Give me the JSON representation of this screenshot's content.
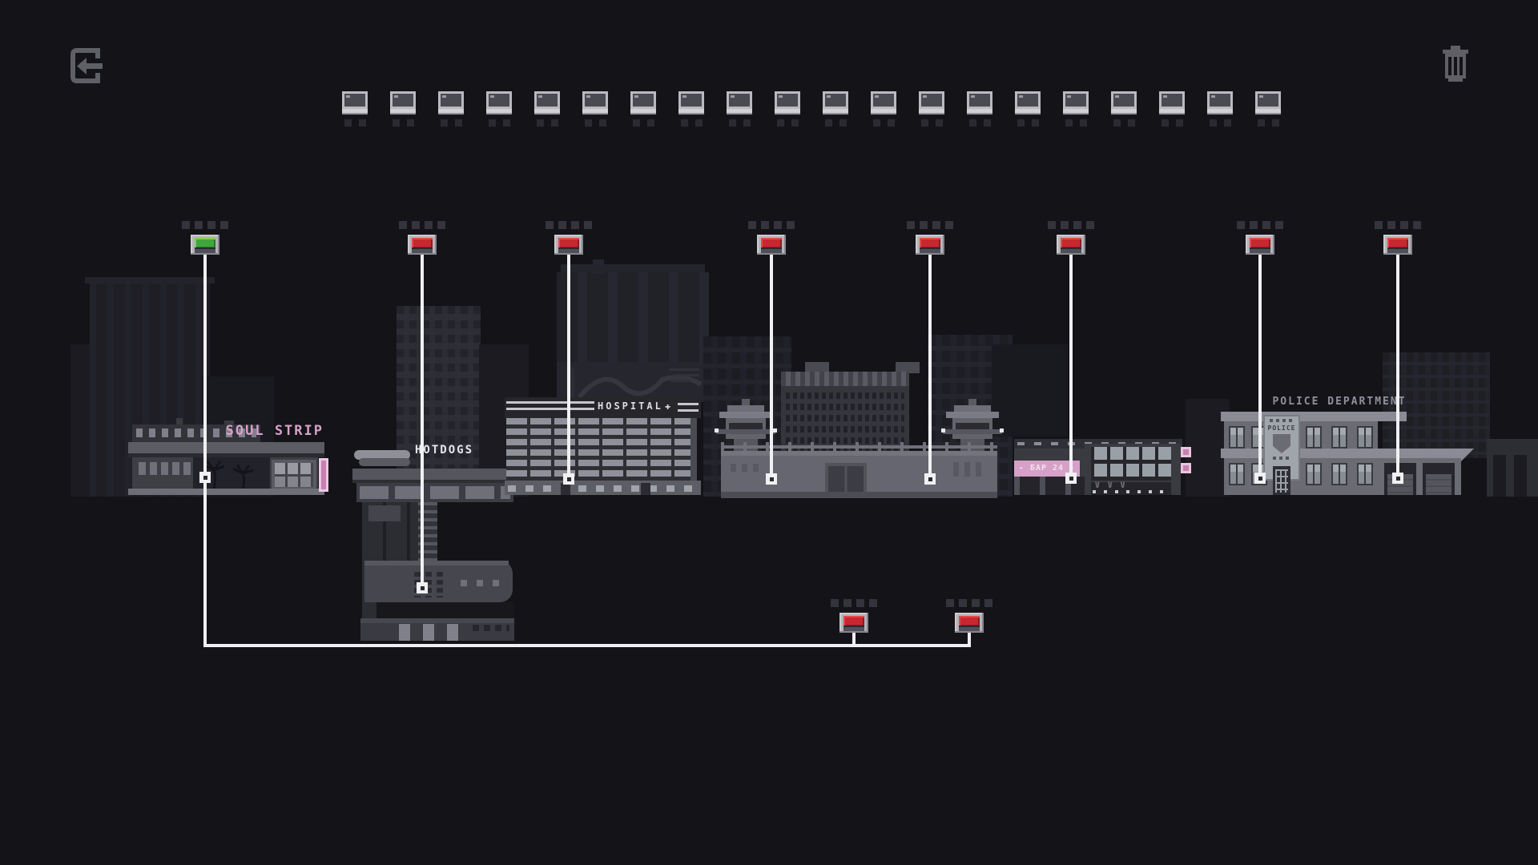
{
  "scene": {
    "background": "#131318",
    "description": "pixel-art night city wiring puzzle"
  },
  "toolbar": {
    "exit_icon": "exit-door",
    "trash_icon": "trash-bin"
  },
  "computer_row": {
    "count": 20,
    "icon": "computer"
  },
  "switches": [
    {
      "id": "soul-strip",
      "css": "sw on",
      "state": "on",
      "color": "#3fa63b"
    },
    {
      "id": "hotdogs",
      "css": "sw off",
      "state": "off",
      "color": "#c92730"
    },
    {
      "id": "hospital",
      "css": "sw off",
      "state": "off",
      "color": "#c92730"
    },
    {
      "id": "fort-left",
      "css": "sw off",
      "state": "off",
      "color": "#c92730"
    },
    {
      "id": "fort-right",
      "css": "sw off",
      "state": "off",
      "color": "#c92730"
    },
    {
      "id": "bar",
      "css": "sw off",
      "state": "off",
      "color": "#c92730"
    },
    {
      "id": "police",
      "css": "sw off",
      "state": "off",
      "color": "#c92730"
    },
    {
      "id": "garage",
      "css": "sw off",
      "state": "off",
      "color": "#c92730"
    },
    {
      "id": "lower-left",
      "css": "sw off",
      "state": "off",
      "color": "#c92730"
    },
    {
      "id": "lower-right",
      "css": "sw off",
      "state": "off",
      "color": "#c92730"
    }
  ],
  "buildings": {
    "soul_strip": {
      "sign": "SOUL STRIP",
      "sign_color": "#d7a2ca"
    },
    "hotdogs": {
      "sign": "HOTDOGS"
    },
    "hospital": {
      "sign": "HOSPITAL",
      "cross": "✚"
    },
    "bar": {
      "sign": "- БАР 24 -",
      "sign_color": "#d7a0c8"
    },
    "police": {
      "title": "POLICE DEPARTMENT",
      "banner": "POLICE"
    }
  },
  "wiring": {
    "wire_color": "#f0f0f3",
    "connections": [
      {
        "switch": "soul-strip",
        "target": "soul-strip-building",
        "also_links": [
          "lower-left",
          "lower-right"
        ]
      },
      {
        "switch": "hotdogs",
        "target": "submarine-dock"
      },
      {
        "switch": "hospital",
        "target": "hospital-building"
      },
      {
        "switch": "fort-left",
        "target": "fort-wall-left"
      },
      {
        "switch": "fort-right",
        "target": "fort-wall-right"
      },
      {
        "switch": "bar",
        "target": "bar-building"
      },
      {
        "switch": "police",
        "target": "police-building"
      },
      {
        "switch": "garage",
        "target": "police-garage"
      }
    ]
  }
}
